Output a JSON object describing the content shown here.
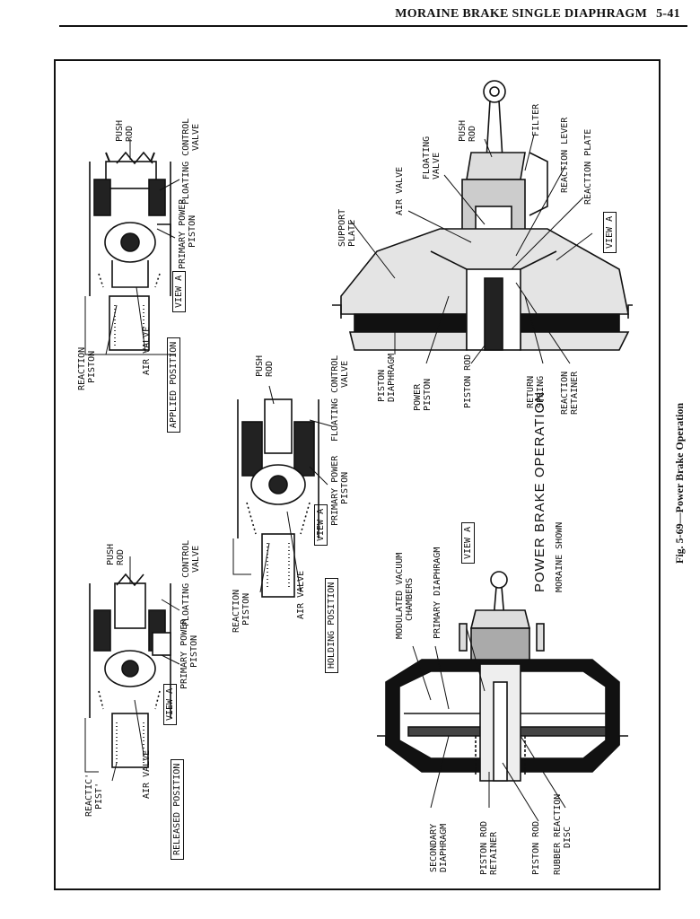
{
  "header": {
    "title": "MORAINE BRAKE SINGLE DIAPHRAGM",
    "page": "5-41"
  },
  "figure_caption": "Fig. 5-69—Power Brake Operation",
  "main_title": "POWER BRAKE OPERATION",
  "main_subtitle": "MORAINE SHOWN",
  "views": {
    "applied": "APPLIED POSITION",
    "holding": "HOLDING POSITION",
    "released": "RELEASED POSITION",
    "view_a": "VIEW A"
  },
  "labels": {
    "push_rod": [
      "PUSH",
      "ROD"
    ],
    "floating_control_valve": [
      "FLOATING CONTROL",
      "VALVE"
    ],
    "primary_power_piston": [
      "PRIMARY POWER",
      "PISTON"
    ],
    "reaction_piston": [
      "REACTION",
      "PISTON"
    ],
    "reaction_piston_cut": [
      "REACTIC'",
      "PIST'"
    ],
    "air_valve": "AIR VALVE",
    "support_plate": [
      "SUPPORT",
      "PLATE"
    ],
    "floating_valve": [
      "FLOATING",
      "VALVE"
    ],
    "filter": "FILTER",
    "reaction_lever": "REACTION LEVER",
    "reaction_plate": "REACTION PLATE",
    "piston_diaphragm": [
      "PISTON",
      "DIAPHRAGM"
    ],
    "power_piston": [
      "POWER",
      "PISTON"
    ],
    "piston_rod": "PISTON ROD",
    "return_spring": [
      "RETURN",
      "SPRING"
    ],
    "reaction_retainer": [
      "REACTION",
      "RETAINER"
    ],
    "modulated_vacuum_chambers": [
      "MODULATED VACUUM",
      "CHAMBERS"
    ],
    "primary_diaphragm": "PRIMARY DIAPHRAGM",
    "secondary_diaphragm": [
      "SECONDARY",
      "DIAPHRAGM"
    ],
    "piston_rod_retainer": [
      "PISTON ROD",
      "RETAINER"
    ],
    "rubber_reaction_disc": [
      "RUBBER REACTION",
      "DISC"
    ]
  }
}
